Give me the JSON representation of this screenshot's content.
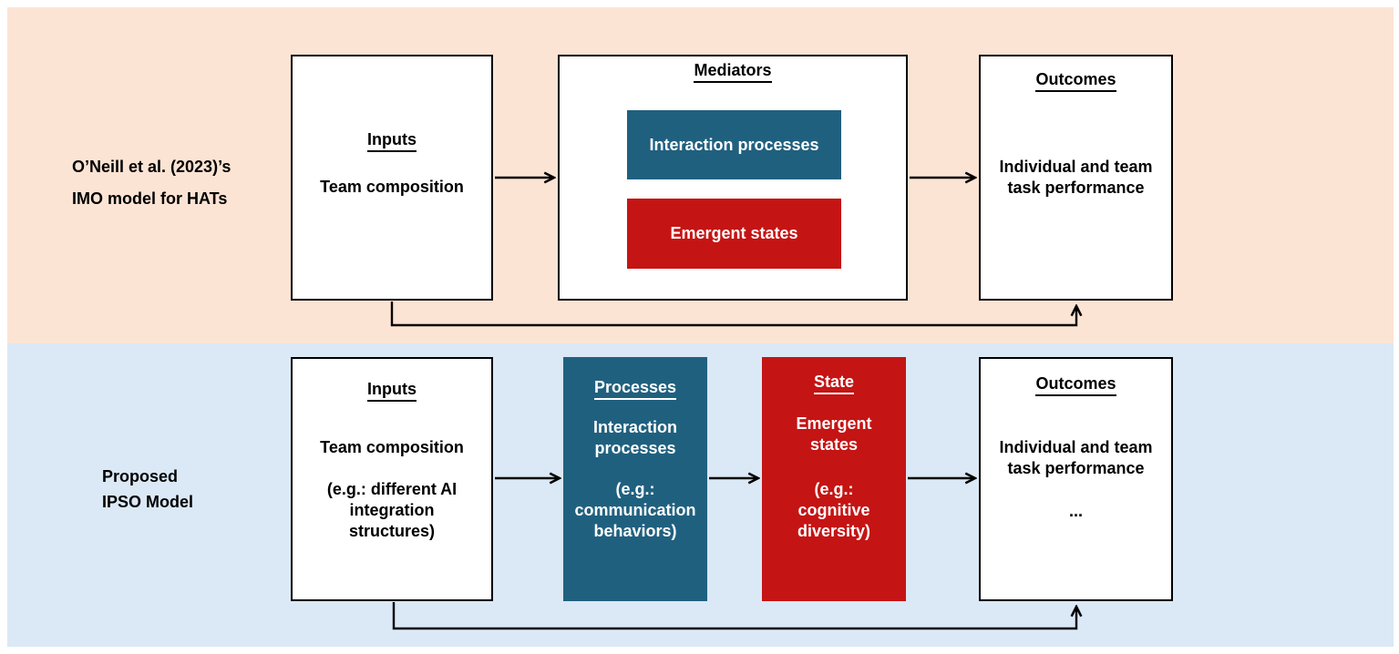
{
  "colors": {
    "top_panel_bg": "#fce4d4",
    "bottom_panel_bg": "#dbe8f6",
    "process_blue": "#20607f",
    "state_red": "#c51414"
  },
  "top_model": {
    "label_lines": [
      "O’Neill et al. (2023)’s",
      "IMO model for HATs"
    ],
    "inputs": {
      "header": "Inputs",
      "body": "Team composition"
    },
    "mediators": {
      "header": "Mediators",
      "process_label": "Interaction processes",
      "state_label": "Emergent states"
    },
    "outcomes": {
      "header": "Outcomes",
      "body_lines": [
        "Individual and team",
        "task performance"
      ]
    }
  },
  "bottom_model": {
    "label_lines": [
      "Proposed",
      "IPSO Model"
    ],
    "inputs": {
      "header": "Inputs",
      "body": "Team composition",
      "example_lines": [
        "(e.g.: different AI",
        "integration",
        "structures)"
      ]
    },
    "processes": {
      "header": "Processes",
      "body_lines": [
        "Interaction",
        "processes"
      ],
      "example_lines": [
        "(e.g.:",
        "communication",
        "behaviors)"
      ]
    },
    "state": {
      "header": "State",
      "body_lines": [
        "Emergent",
        "states"
      ],
      "example_lines": [
        "(e.g.:",
        "cognitive",
        "diversity)"
      ]
    },
    "outcomes": {
      "header": "Outcomes",
      "body_lines": [
        "Individual and team",
        "task performance"
      ],
      "ellipsis": "..."
    }
  }
}
